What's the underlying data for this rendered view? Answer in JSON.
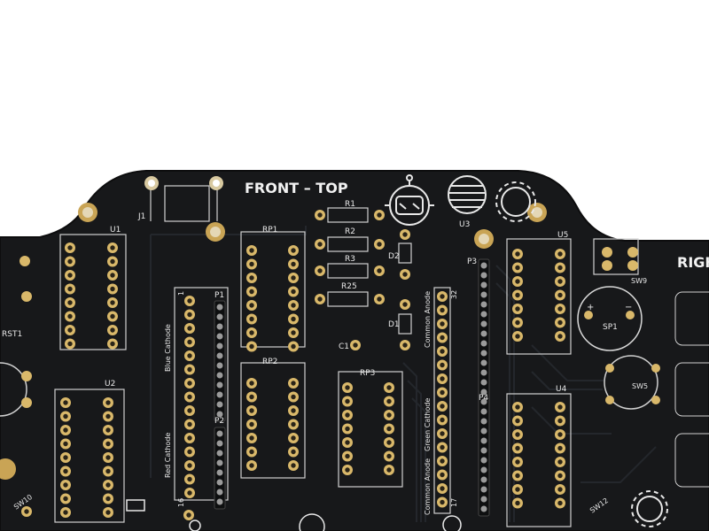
{
  "photo": {
    "subject": "black-pcb-board",
    "colors": {
      "background": "#ffffff",
      "board": "#17181a",
      "board_edge": "#0d0d0e",
      "trace": "#22252a",
      "pad_gold": "#d9b86a",
      "pad_hole": "#2a2418",
      "silkscreen": "#e8e8e8"
    }
  },
  "board_text": {
    "title": "FRONT – TOP",
    "right_title": "RIGH",
    "j1": "J1",
    "u1": "U1",
    "u2": "U2",
    "u3": "U3",
    "u4": "U4",
    "u5": "U5",
    "rp1": "RP1",
    "rp2": "RP2",
    "rp3": "RP3",
    "r1": "R1",
    "r2": "R2",
    "r3": "R3",
    "r25": "R25",
    "d1": "D1",
    "d2": "D2",
    "c1": "C1",
    "p1": "P1",
    "p2": "P2",
    "p3": "P3",
    "p4": "P4",
    "rst1": "RST1",
    "sw5": "SW5",
    "sw9": "SW9",
    "sw10": "SW10",
    "sw12": "SW12",
    "sp1": "SP1",
    "sp_plus": "+",
    "sp_minus": "−",
    "blue_cathode": "Blue Cathode",
    "red_cathode": "Red Cathode",
    "green_cathode": "Green Cathode",
    "common_anode_top": "Common Anode",
    "common_anode_bottom": "Common Anode",
    "pin_1": "1",
    "pin_16": "16",
    "pin_17": "17",
    "pin_32": "32"
  },
  "icons": [
    "robot-head-icon",
    "planet-sphere-icon",
    "gear-cog-icon",
    "small-gear-icon",
    "robot-bottom-icon"
  ]
}
